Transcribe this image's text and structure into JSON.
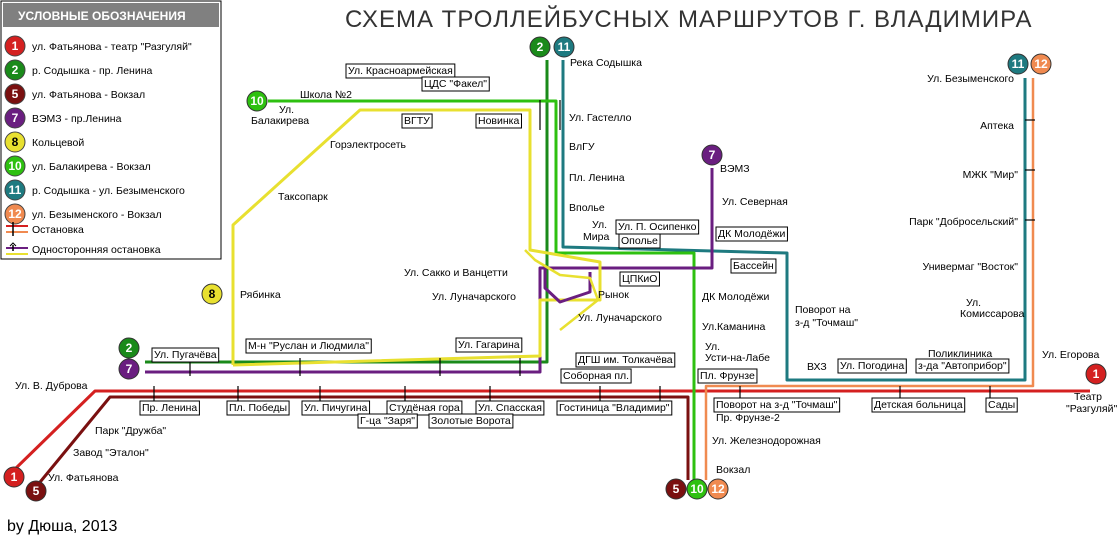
{
  "title": "СХЕМА ТРОЛЛЕЙБУСНЫХ МАРШРУТОВ Г. ВЛАДИМИРА",
  "credit": "by Дюша, 2013",
  "colors": {
    "r1": "#d42020",
    "r2": "#1a8a1a",
    "r5": "#7a1010",
    "r7": "#6a1e80",
    "r8": "#e8e030",
    "r10": "#2ec010",
    "r11": "#1e7a80",
    "r12": "#f08a50",
    "legend_header": "#808080"
  },
  "legend": {
    "title": "УСЛОВНЫЕ ОБОЗНАЧЕНИЯ",
    "items": [
      {
        "num": "1",
        "color": "#d42020",
        "text": "ул. Фатьянова - театр \"Разгуляй\""
      },
      {
        "num": "2",
        "color": "#1a8a1a",
        "text": "р. Содышка - пр. Ленина"
      },
      {
        "num": "5",
        "color": "#7a1010",
        "text": "ул. Фатьянова - Вокзал"
      },
      {
        "num": "7",
        "color": "#6a1e80",
        "text": "ВЭМЗ - пр.Ленина"
      },
      {
        "num": "8",
        "color": "#e8e030",
        "text": "Кольцевой"
      },
      {
        "num": "10",
        "color": "#2ec010",
        "text": "ул. Балакирева - Вокзал"
      },
      {
        "num": "11",
        "color": "#1e7a80",
        "text": "р. Содышка - ул. Безыменского"
      },
      {
        "num": "12",
        "color": "#f08a50",
        "text": "ул. Безыменского - Вокзал"
      }
    ],
    "stop_label": "Остановка",
    "oneway_label": "Односторонняя остановка"
  },
  "labels": [
    {
      "id": "krasnoarm",
      "text": "Ул. Красноармейская",
      "boxed": true
    },
    {
      "id": "shkola2",
      "text": "Школа №2",
      "boxed": false
    },
    {
      "id": "cds",
      "text": "ЦДС \"Факел\"",
      "boxed": true
    },
    {
      "id": "balak1",
      "text": "Ул.",
      "boxed": false
    },
    {
      "id": "balak2",
      "text": "Балакирева",
      "boxed": false
    },
    {
      "id": "vgtu",
      "text": "ВГТУ",
      "boxed": true
    },
    {
      "id": "novinka",
      "text": "Новинка",
      "boxed": true
    },
    {
      "id": "gorelektro",
      "text": "Горэлектросеть",
      "boxed": false
    },
    {
      "id": "taxopark",
      "text": "Таксопарк",
      "boxed": false
    },
    {
      "id": "ryabinka",
      "text": "Рябинка",
      "boxed": false
    },
    {
      "id": "reka",
      "text": "Река Содышка",
      "boxed": false
    },
    {
      "id": "gastello",
      "text": "Ул. Гастелло",
      "boxed": false
    },
    {
      "id": "vlgu",
      "text": "ВлГУ",
      "boxed": false
    },
    {
      "id": "plenina",
      "text": "Пл. Ленина",
      "boxed": false
    },
    {
      "id": "vspolye",
      "text": "Вполье",
      "boxed": false
    },
    {
      "id": "mira1",
      "text": "Ул.",
      "boxed": false
    },
    {
      "id": "mira2",
      "text": "Мира",
      "boxed": false
    },
    {
      "id": "osipenko",
      "text": "Ул. П. Осипенко",
      "boxed": true
    },
    {
      "id": "opolye",
      "text": "Ополье",
      "boxed": true
    },
    {
      "id": "sakko",
      "text": "Ул. Сакко и Ванцетти",
      "boxed": false
    },
    {
      "id": "lunach1",
      "text": "Ул. Луначарского",
      "boxed": false
    },
    {
      "id": "lunach2",
      "text": "Ул. Луначарского",
      "boxed": false
    },
    {
      "id": "cpkio",
      "text": "ЦПКиО",
      "boxed": true
    },
    {
      "id": "rynok",
      "text": "Рынок",
      "boxed": false
    },
    {
      "id": "vemz",
      "text": "ВЭМЗ",
      "boxed": false
    },
    {
      "id": "severnaya",
      "text": "Ул. Северная",
      "boxed": false
    },
    {
      "id": "dkmol1",
      "text": "ДК Молодёжи",
      "boxed": true
    },
    {
      "id": "basseyn",
      "text": "Бассейн",
      "boxed": true
    },
    {
      "id": "dkmol2",
      "text": "ДК Молодёжи",
      "boxed": false
    },
    {
      "id": "kamanina",
      "text": "Ул.Каманина",
      "boxed": false
    },
    {
      "id": "usti1",
      "text": "Ул.",
      "boxed": false
    },
    {
      "id": "usti2",
      "text": "Усти-на-Лабе",
      "boxed": false
    },
    {
      "id": "povorot1",
      "text": "Поворот на",
      "boxed": false
    },
    {
      "id": "povorot2",
      "text": "з-д \"Точмаш\"",
      "boxed": false
    },
    {
      "id": "bezym",
      "text": "Ул. Безыменского",
      "boxed": false
    },
    {
      "id": "apteka",
      "text": "Аптека",
      "boxed": false
    },
    {
      "id": "mzhk",
      "text": "МЖК \"Мир\"",
      "boxed": false
    },
    {
      "id": "park_dobr",
      "text": "Парк \"Добросельский\"",
      "boxed": false
    },
    {
      "id": "vostok",
      "text": "Универмаг \"Восток\"",
      "boxed": false
    },
    {
      "id": "komis1",
      "text": "Ул.",
      "boxed": false
    },
    {
      "id": "komis2",
      "text": "Комиссарова",
      "boxed": false
    },
    {
      "id": "egorova",
      "text": "Ул. Егорова",
      "boxed": false
    },
    {
      "id": "teatr1",
      "text": "Театр",
      "boxed": false
    },
    {
      "id": "teatr2",
      "text": "\"Разгуляй\"",
      "boxed": false
    },
    {
      "id": "poliklin1",
      "text": "Поликлиника",
      "boxed": false
    },
    {
      "id": "poliklin2",
      "text": "з-да \"Автоприбор\"",
      "boxed": true
    },
    {
      "id": "pogodina",
      "text": "Ул. Погодина",
      "boxed": true
    },
    {
      "id": "vkh3",
      "text": "ВХЗ",
      "boxed": false
    },
    {
      "id": "pugacheva",
      "text": "Ул. Пугачёва",
      "boxed": true
    },
    {
      "id": "ruslan",
      "text": "М-н \"Руслан и Людмила\"",
      "boxed": true
    },
    {
      "id": "gagarina",
      "text": "Ул. Гагарина",
      "boxed": true
    },
    {
      "id": "dgsh",
      "text": "ДГШ им. Толкачёва",
      "boxed": true
    },
    {
      "id": "sobornaya",
      "text": "Соборная пл.",
      "boxed": true
    },
    {
      "id": "pfrunze",
      "text": "Пл. Фрунзе",
      "boxed": true
    },
    {
      "id": "vdubrova",
      "text": "Ул. В. Дуброва",
      "boxed": false
    },
    {
      "id": "plenina2",
      "text": "Пр. Ленина",
      "boxed": true
    },
    {
      "id": "ppobedy",
      "text": "Пл. Победы",
      "boxed": true
    },
    {
      "id": "pichugina",
      "text": "Ул. Пичугина",
      "boxed": true
    },
    {
      "id": "studgora",
      "text": "Студёная гора",
      "boxed": true
    },
    {
      "id": "spasskaya",
      "text": "Ул. Спасская",
      "boxed": true
    },
    {
      "id": "gostinica",
      "text": "Гостиница \"Владимир\"",
      "boxed": true
    },
    {
      "id": "gcazarya",
      "text": "Г-ца \"Заря\"",
      "boxed": true
    },
    {
      "id": "zolotye",
      "text": "Золотые Ворота",
      "boxed": true
    },
    {
      "id": "povorot_t",
      "text": "Поворот на з-д \"Точмаш\"",
      "boxed": true
    },
    {
      "id": "det_boln",
      "text": "Детская больница",
      "boxed": true
    },
    {
      "id": "sady",
      "text": "Сады",
      "boxed": true
    },
    {
      "id": "pfrunze2",
      "text": "Пр. Фрунзе-2",
      "boxed": false
    },
    {
      "id": "zheleznodor",
      "text": "Ул. Железнодорожная",
      "boxed": false
    },
    {
      "id": "vokzal",
      "text": "Вокзал",
      "boxed": false
    },
    {
      "id": "park_druzhba",
      "text": "Парк \"Дружба\"",
      "boxed": false
    },
    {
      "id": "etalon",
      "text": "Завод \"Эталон\"",
      "boxed": false
    },
    {
      "id": "fatyanova",
      "text": "Ул. Фатьянова",
      "boxed": false
    }
  ],
  "badges": [
    {
      "id": "b2top",
      "num": "2",
      "color": "#1a8a1a"
    },
    {
      "id": "b11top",
      "num": "11",
      "color": "#1e7a80"
    },
    {
      "id": "b10",
      "num": "10",
      "color": "#2ec010"
    },
    {
      "id": "b7",
      "num": "7",
      "color": "#6a1e80"
    },
    {
      "id": "b8",
      "num": "8",
      "color": "#e8e030"
    },
    {
      "id": "b11r",
      "num": "11",
      "color": "#1e7a80"
    },
    {
      "id": "b12r",
      "num": "12",
      "color": "#f08a50"
    },
    {
      "id": "b1r",
      "num": "1",
      "color": "#d42020"
    },
    {
      "id": "b2l",
      "num": "2",
      "color": "#1a8a1a"
    },
    {
      "id": "b7l",
      "num": "7",
      "color": "#6a1e80"
    },
    {
      "id": "b1l",
      "num": "1",
      "color": "#d42020"
    },
    {
      "id": "b5l",
      "num": "5",
      "color": "#7a1010"
    },
    {
      "id": "b5b",
      "num": "5",
      "color": "#7a1010"
    },
    {
      "id": "b10b",
      "num": "10",
      "color": "#2ec010"
    },
    {
      "id": "b12b",
      "num": "12",
      "color": "#f08a50"
    }
  ]
}
